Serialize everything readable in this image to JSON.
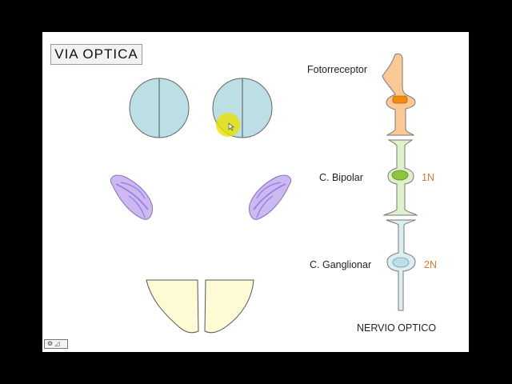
{
  "slide": {
    "title": "VIA  OPTICA",
    "labels": {
      "photoreceptor": "Fotorreceptor",
      "bipolar": "C. Bipolar",
      "ganglion": "C. Ganglionar",
      "optic_nerve": "NERVIO OPTICO"
    },
    "neuron_orders": {
      "first": "1N",
      "second": "2N"
    }
  },
  "player": {
    "controls_icon": "playback-controls-icon",
    "controls_glyph": "⚙ ◿"
  },
  "colors": {
    "eye_fill": "#bcdfe6",
    "lgn_fill": "#cdb8f2",
    "cortex_fill": "#fdfbd4",
    "photoreceptor_fill": "#fbc995",
    "photoreceptor_nucleus": "#f08a10",
    "bipolar_fill": "#def0cc",
    "bipolar_nucleus": "#8cc63f",
    "ganglion_fill": "#dbeef2",
    "ganglion_nucleus": "#bde0e8",
    "pointer_highlight": "#e8e000",
    "order_label": "#d87a3a"
  }
}
